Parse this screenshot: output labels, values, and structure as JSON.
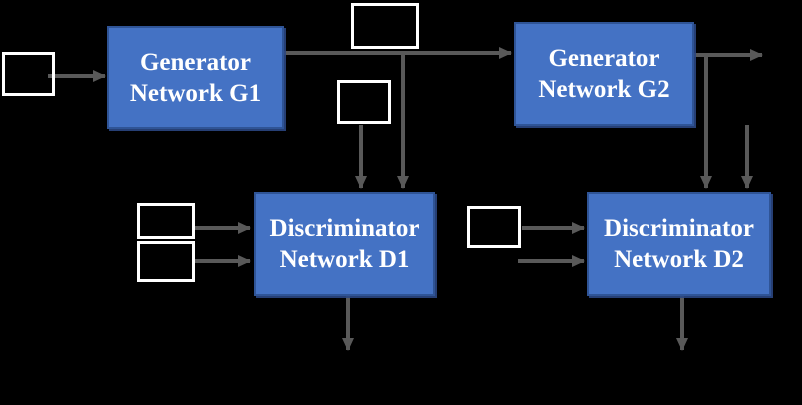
{
  "diagram": {
    "type": "network-architecture",
    "nodes": {
      "g1": {
        "line1": "Generator",
        "line2": "Network G1"
      },
      "g2": {
        "line1": "Generator",
        "line2": "Network G2"
      },
      "d1": {
        "line1": "Discriminator",
        "line2": "Network D1"
      },
      "d2": {
        "line1": "Discriminator",
        "line2": "Network D2"
      }
    }
  },
  "colors": {
    "background": "#000000",
    "node_fill": "#4472C4",
    "node_border": "#2F5496",
    "node_text": "#FFFFFF",
    "arrow": "#595959",
    "placeholder_box_border": "#FFFFFF"
  }
}
